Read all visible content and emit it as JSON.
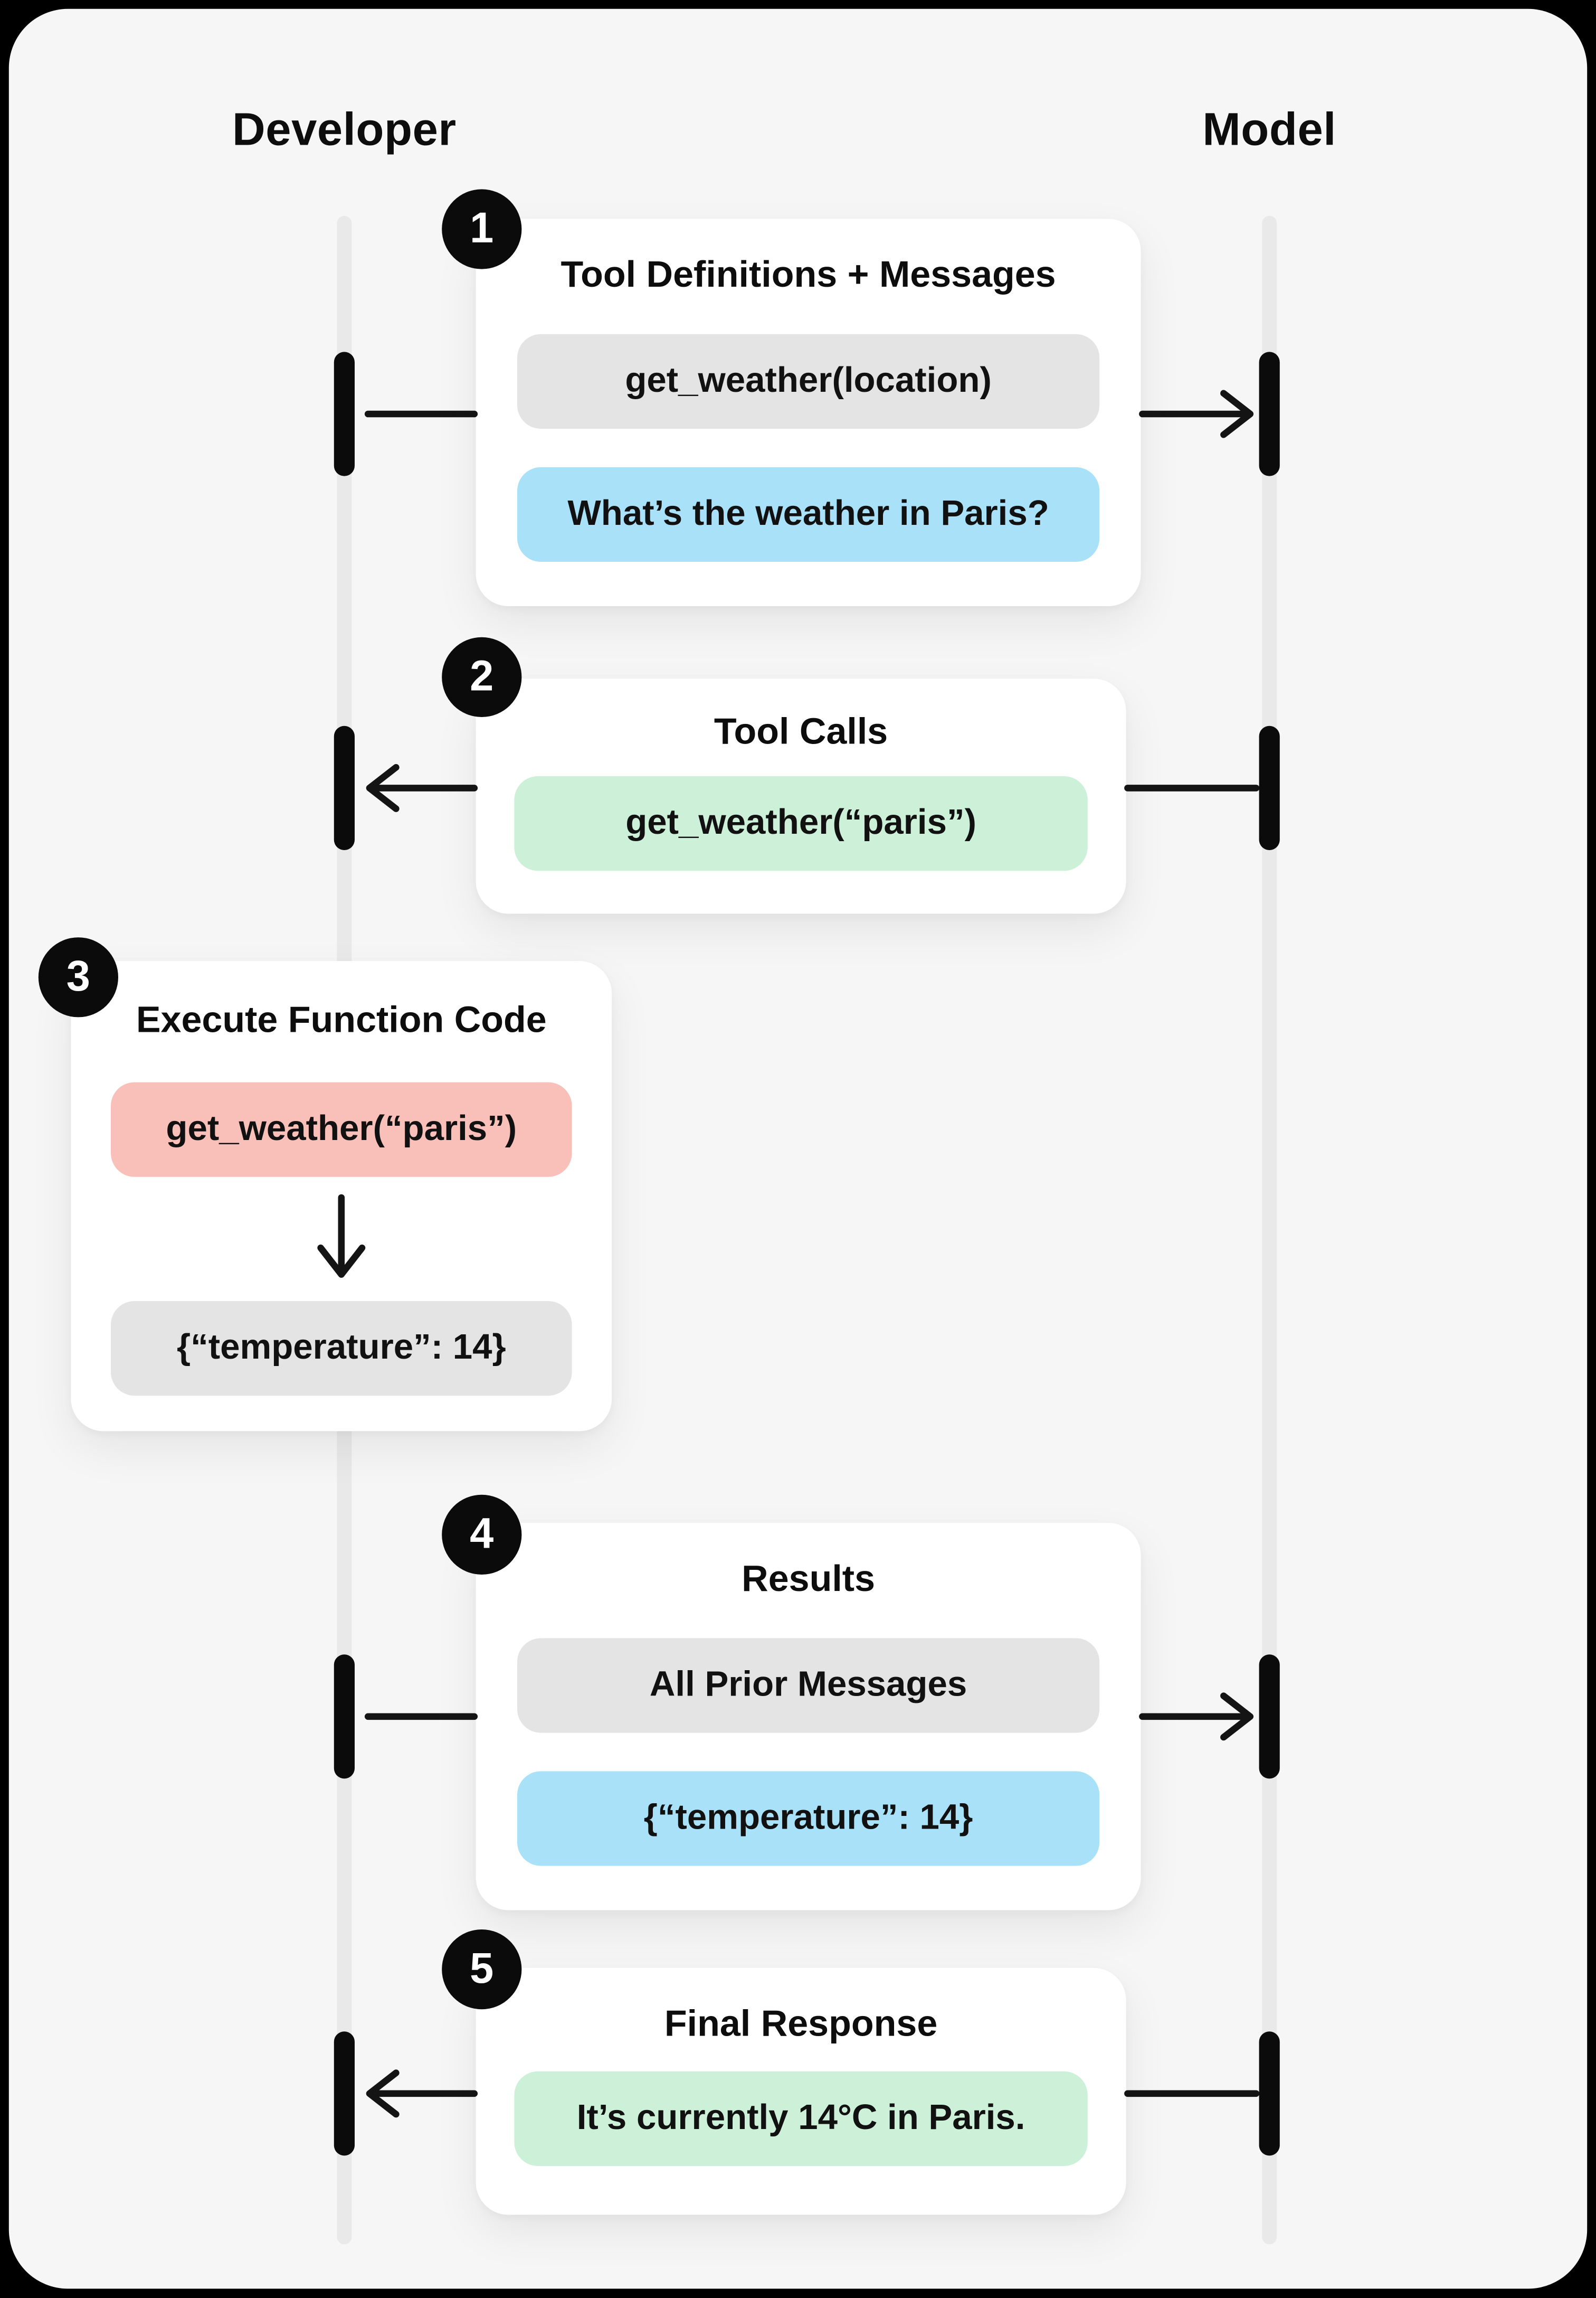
{
  "diagram": {
    "lanes": {
      "left": "Developer",
      "right": "Model"
    },
    "colors": {
      "gray": "#e4e4e4",
      "blue": "#a9e2f8",
      "green": "#cdf1d8",
      "red": "#f9c0b9",
      "line_black": "#141414",
      "lifeline_gray": "#e9e9e9",
      "panel_bg": "#f6f6f7"
    },
    "steps": [
      {
        "num": "1",
        "title": "Tool Definitions + Messages",
        "pills": [
          {
            "color": "gray",
            "text": "get_weather(location)"
          },
          {
            "color": "blue",
            "text": "What’s the weather in Paris?"
          }
        ]
      },
      {
        "num": "2",
        "title": "Tool Calls",
        "pills": [
          {
            "color": "green",
            "text": "get_weather(“paris”)"
          }
        ]
      },
      {
        "num": "3",
        "title": "Execute Function Code",
        "pills": [
          {
            "color": "red",
            "text": "get_weather(“paris”)"
          },
          {
            "color": "gray",
            "text": "{“temperature”: 14}"
          }
        ]
      },
      {
        "num": "4",
        "title": "Results",
        "pills": [
          {
            "color": "gray",
            "text": "All Prior Messages"
          },
          {
            "color": "blue",
            "text": "{“temperature”: 14}"
          }
        ]
      },
      {
        "num": "5",
        "title": "Final Response",
        "pills": [
          {
            "color": "green",
            "text": "It’s currently 14°C in Paris."
          }
        ]
      }
    ]
  }
}
